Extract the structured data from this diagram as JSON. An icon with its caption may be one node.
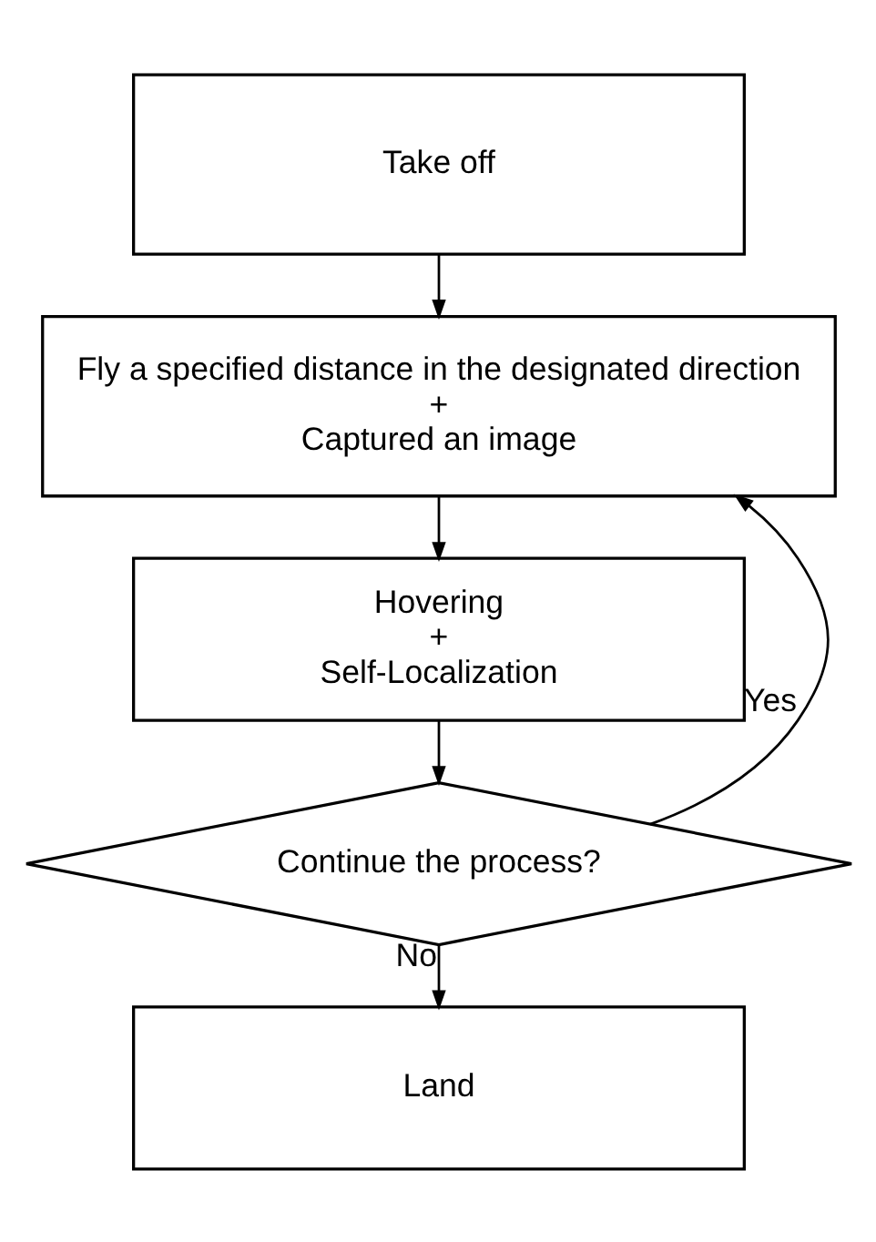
{
  "diagram": {
    "nodes": [
      {
        "text": [
          "Take off"
        ]
      },
      {
        "text": [
          "Fly a specified distance in the designated direction",
          "+",
          "Captured an image"
        ]
      },
      {
        "text": [
          "Hovering",
          "+",
          "Self-Localization"
        ]
      },
      {
        "text": [
          "Continue the process?"
        ]
      },
      {
        "text": [
          "Land"
        ]
      }
    ],
    "edges": [
      {
        "from": 0,
        "to": 1,
        "arrow": "to"
      },
      {
        "from": 1,
        "to": 2,
        "arrow": "to"
      },
      {
        "from": 2,
        "to": 3,
        "arrow": "to"
      },
      {
        "from": 3,
        "to": 1,
        "arrow": "to",
        "label": "Yes"
      },
      {
        "from": 3,
        "to": 4,
        "arrow": "to",
        "label": "No"
      }
    ]
  }
}
